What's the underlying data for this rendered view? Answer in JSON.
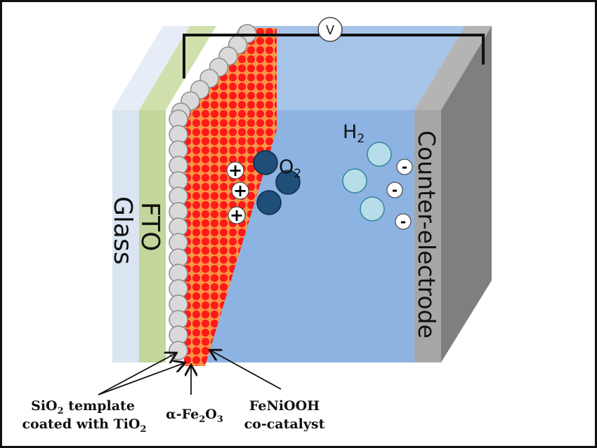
{
  "layers": {
    "glass": "Glass",
    "fto": "FTO",
    "counter_electrode": "Counter-electrode"
  },
  "voltmeter": "V",
  "species": {
    "o2": {
      "main": "O",
      "sub": "2"
    },
    "h2": {
      "main": "H",
      "sub": "2"
    },
    "hole_symbol": "+",
    "electron_symbol": "-"
  },
  "annotations": {
    "sio2": {
      "line1_a": "SiO",
      "line1_sub": "2",
      "line1_b": " template",
      "line2_a": "coated with TiO",
      "line2_sub": "2"
    },
    "hematite": {
      "a": "α-Fe",
      "sub1": "2",
      "b": "O",
      "sub2": "3"
    },
    "cocatalyst": {
      "line1": "FeNiOOH",
      "line2": "co-catalyst"
    }
  },
  "colors": {
    "glass": "#dbe5f1",
    "fto": "#c3d69b",
    "electrolyte_front": "#8db3e2",
    "electrolyte_top": "#a6c3e8",
    "counter_front": "#a6a6a6",
    "counter_side": "#7f7f7f",
    "hematite": "#f79646",
    "cocatalyst": "#ff0000",
    "o2": "#1f4e79",
    "h2": "#b7dde8"
  }
}
